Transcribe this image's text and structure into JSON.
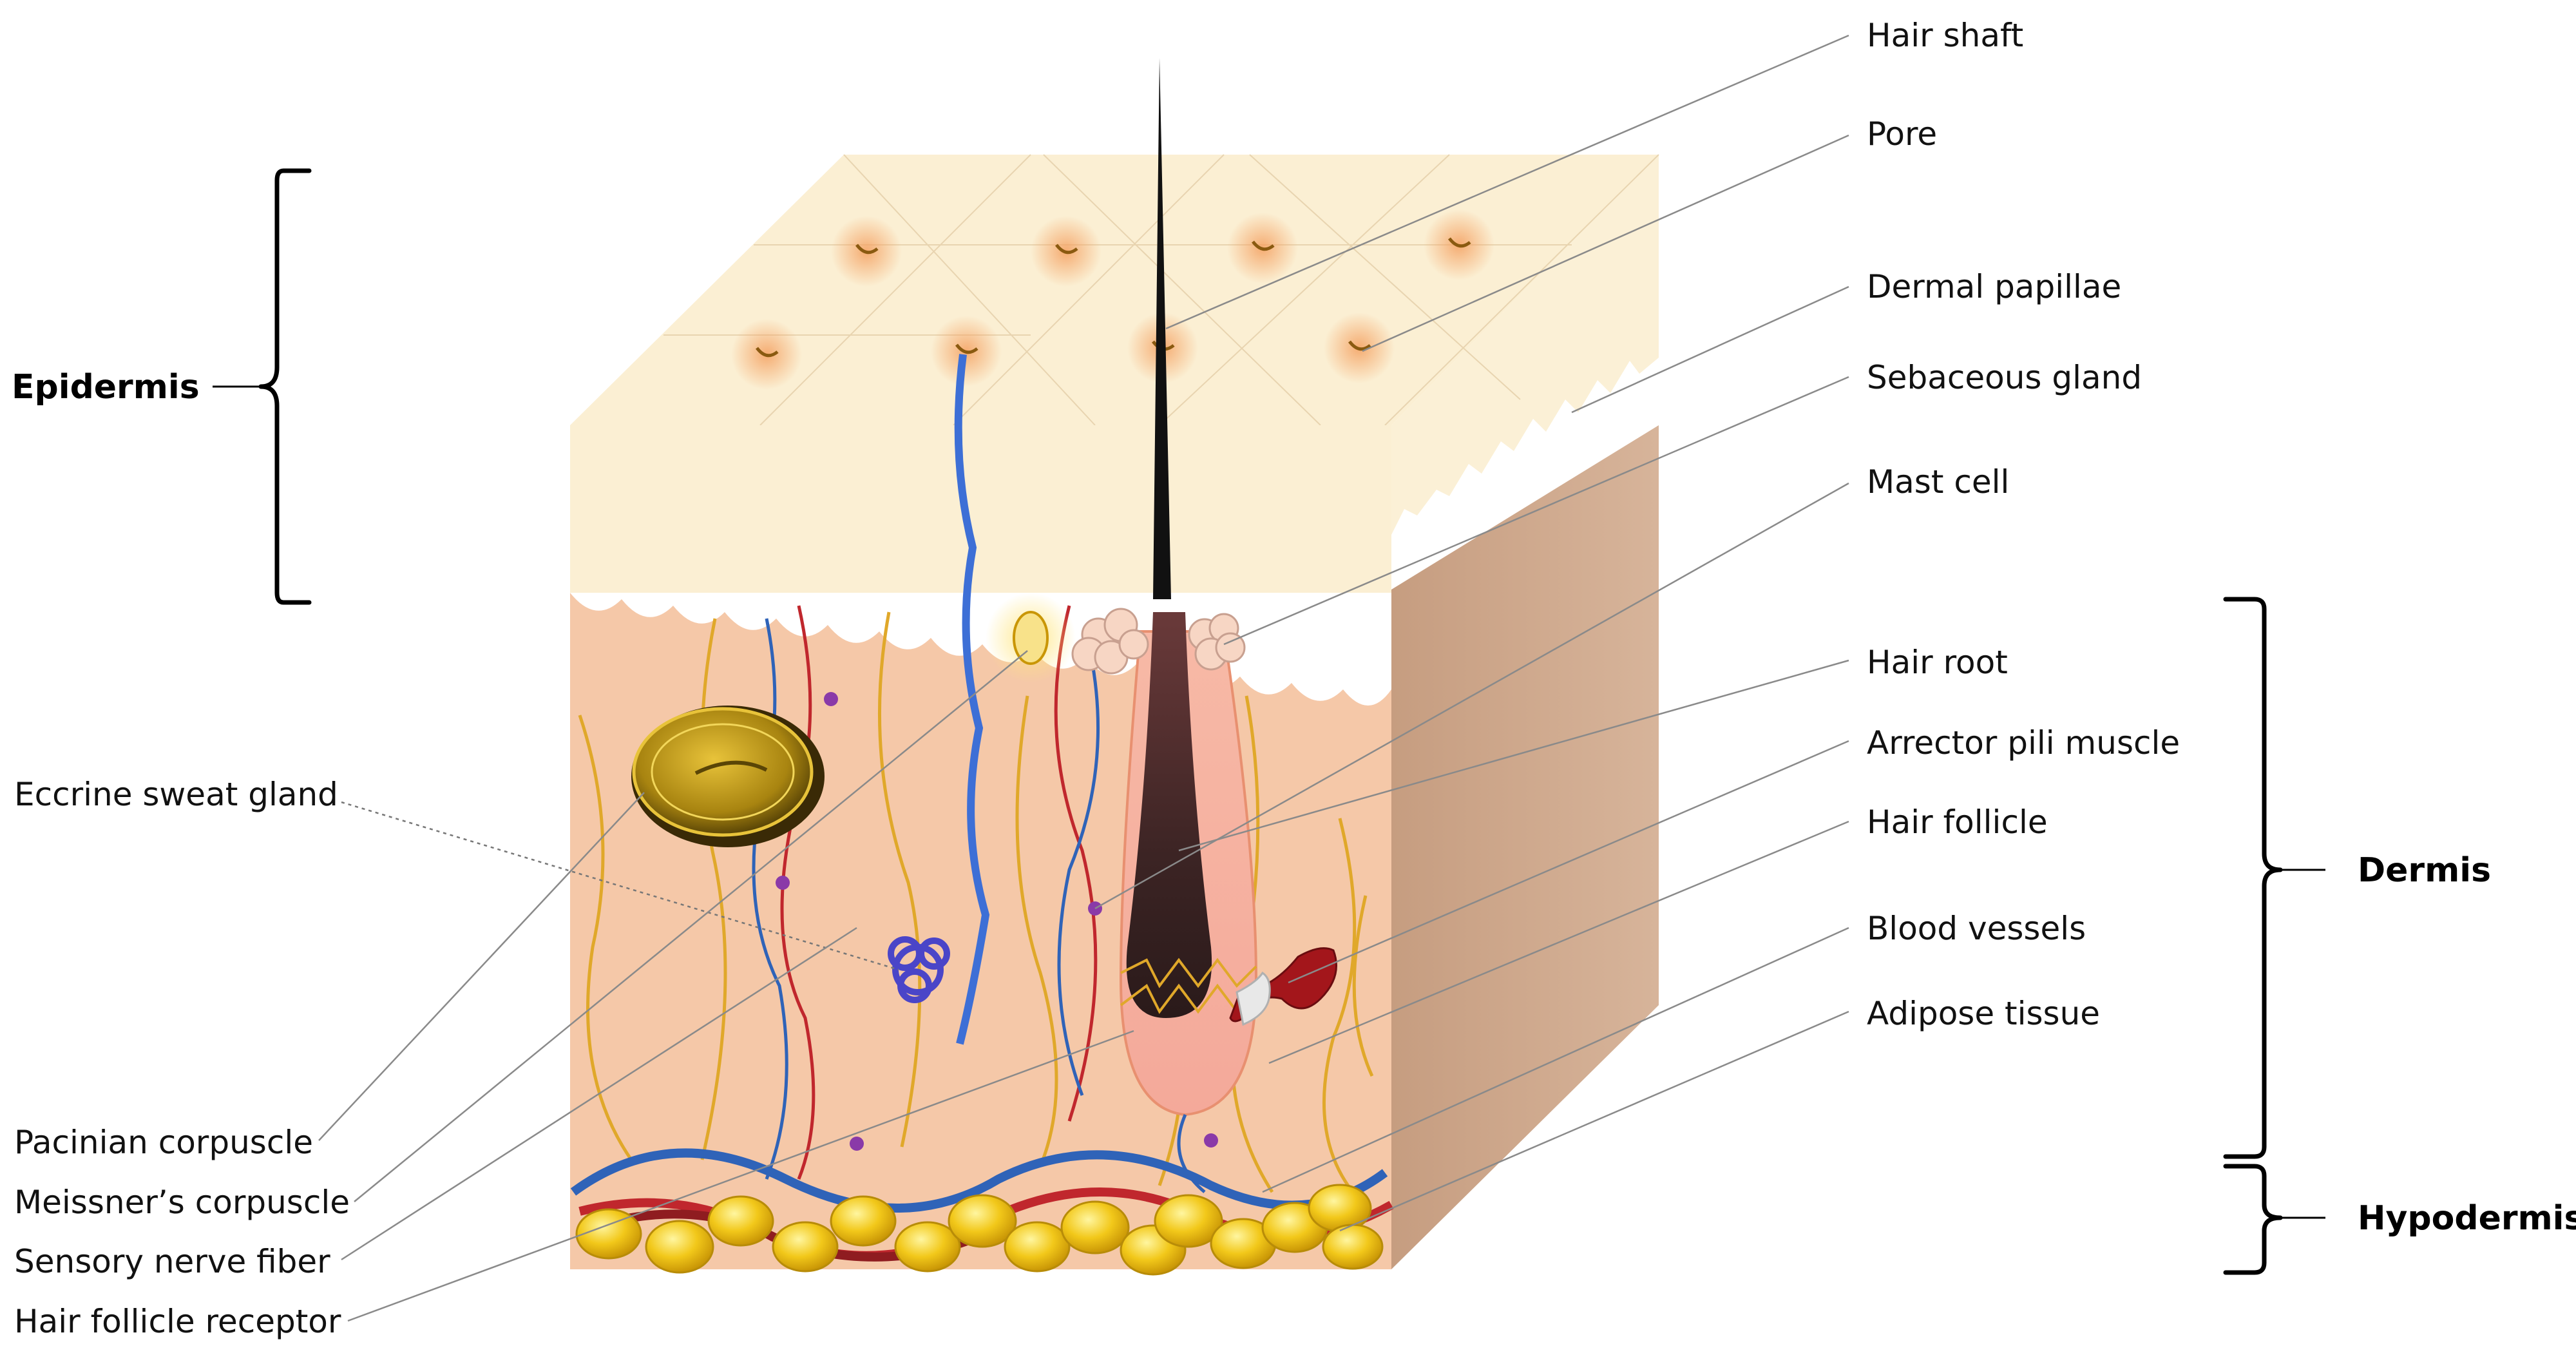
{
  "labels": {
    "hair_shaft": "Hair shaft",
    "pore": "Pore",
    "dermal_papillae": "Dermal papillae",
    "sebaceous_gland": "Sebaceous gland",
    "mast_cell": "Mast cell",
    "hair_root": "Hair root",
    "arrector_pili_muscle": "Arrector pili muscle",
    "hair_follicle": "Hair follicle",
    "blood_vessels": "Blood vessels",
    "adipose_tissue": "Adipose tissue",
    "eccrine_sweat_gland": "Eccrine sweat gland",
    "pacinian_corpuscle": "Pacinian corpuscle",
    "meissners_corpuscle": "Meissner’s corpuscle",
    "sensory_nerve_fiber": "Sensory nerve fiber",
    "hair_follicle_receptor": "Hair follicle receptor"
  },
  "layers": {
    "epidermis": "Epidermis",
    "dermis": "Dermis",
    "hypodermis": "Hypodermis"
  },
  "colors": {
    "epidermis_fill": "#fbf0d6",
    "dermis_fill": "#f5c8a8",
    "side_fill": "#c9a184",
    "artery": "#c0272d",
    "vein": "#2f63b8",
    "nerve": "#e0a82a",
    "fat": "#f2c81a",
    "hair": "#111111"
  }
}
